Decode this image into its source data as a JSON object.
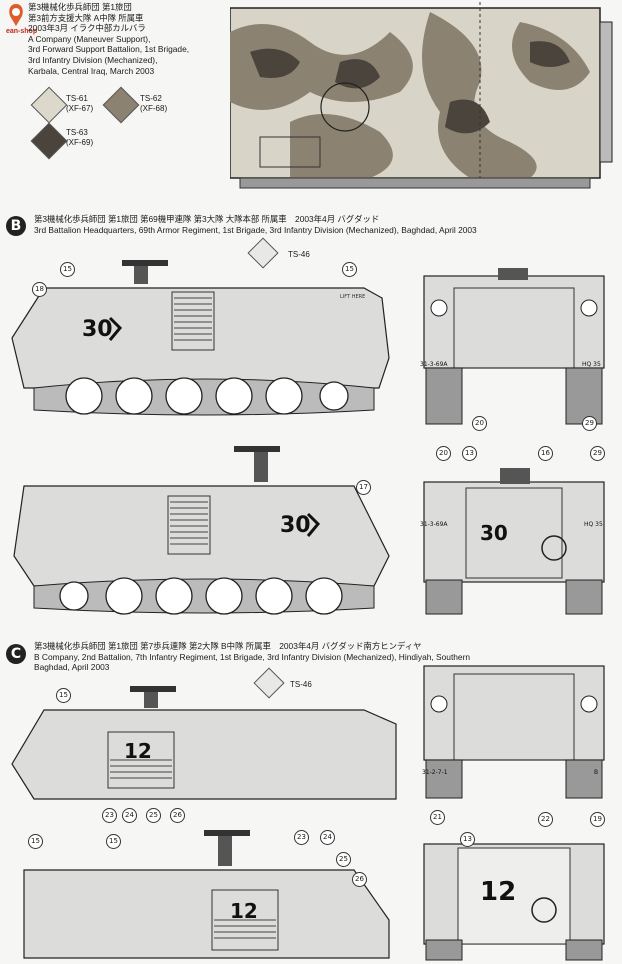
{
  "watermark": {
    "text": "ean-shop"
  },
  "section_a": {
    "caption_lines": [
      "第3機械化歩兵師団 第1旅団",
      "第3前方支援大隊 A中隊 所属車",
      "2003年3月 イラク中部カルバラ",
      "A Company (Maneuver Support),",
      "3rd Forward Support Battalion, 1st Brigade,",
      "3rd Infantry Division (Mechanized),",
      "Karbala, Central Iraq, March 2003"
    ],
    "paints": [
      {
        "code": "TS-61",
        "ref": "(XF-67)",
        "color": "#ddd8cc"
      },
      {
        "code": "TS-62",
        "ref": "(XF-68)",
        "color": "#8c8272"
      },
      {
        "code": "TS-63",
        "ref": "(XF-69)",
        "color": "#4a443c"
      }
    ]
  },
  "section_b": {
    "badge": "B",
    "caption_lines": [
      "第3機械化歩兵師団 第1旅団 第69機甲連隊 第3大隊 大隊本部 所属車　2003年4月 バグダッド",
      "3rd Battalion Headquarters, 69th Armor Regiment, 1st Brigade, 3rd Infantry Division (Mechanized), Baghdad, April 2003"
    ],
    "paint": "TS-46",
    "vehicle_number": "30",
    "rear_plate_left": "31-3-69A",
    "rear_plate_right": "HQ 35",
    "callouts_side": [
      "15",
      "15",
      "18"
    ],
    "callouts_side2": [
      "17"
    ],
    "callouts_rear": [
      "20",
      "29"
    ],
    "callouts_rear2": [
      "20",
      "13",
      "16",
      "29"
    ],
    "lift_label": "LIFT HERE"
  },
  "section_c": {
    "badge": "C",
    "caption_lines": [
      "第3機械化歩兵師団 第1旅団 第7歩兵連隊 第2大隊 B中隊 所属車　2003年4月 バグダッド南方ヒンディヤ",
      "B Company, 2nd Battalion, 7th Infantry Regiment, 1st Brigade, 3rd Infantry Division (Mechanized), Hindiyah, Southern",
      "Baghdad, April 2003"
    ],
    "paint": "TS-46",
    "vehicle_number": "12",
    "rear_plate_left": "31-2-7-1",
    "rear_plate_right": "B",
    "callouts_side": [
      "15",
      "23",
      "24",
      "25",
      "26"
    ],
    "callouts_side2": [
      "15",
      "15",
      "23",
      "24",
      "25",
      "26"
    ],
    "callouts_rear": [
      "21",
      "13",
      "22",
      "19"
    ]
  }
}
